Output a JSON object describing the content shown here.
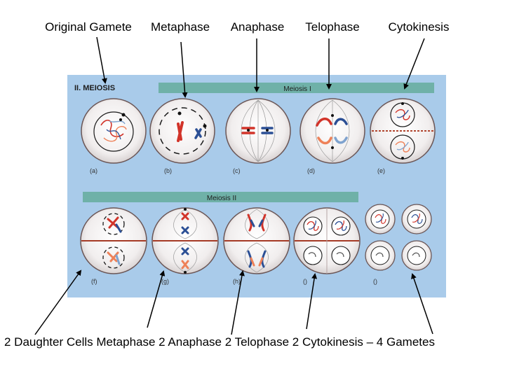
{
  "top_labels": [
    "Original Gamete",
    "Metaphase",
    "Anaphase",
    "Telophase",
    "Cytokinesis"
  ],
  "bottom_caption": "2 Daughter Cells  Metaphase 2   Anaphase 2   Telophase 2  Cytokinesis – 4 Gametes",
  "figure": {
    "section_title": "II. MEIOSIS",
    "band_meiosis1": "Meiosis I",
    "band_meiosis2": "Meiosis II",
    "cell_labels_row1": [
      "(a)",
      "(b)",
      "(c)",
      "(d)",
      "(e)"
    ],
    "cell_labels_row2": [
      "(f)",
      "(g)",
      "(h)",
      "()",
      "()"
    ]
  },
  "colors": {
    "panel_bg": "#a9cbea",
    "band": "#6fb1a8",
    "chrom_red": "#d2342a",
    "chrom_blue": "#2b4f95",
    "chrom_orange": "#ee8158",
    "chrom_lightblue": "#7fa3cf"
  }
}
